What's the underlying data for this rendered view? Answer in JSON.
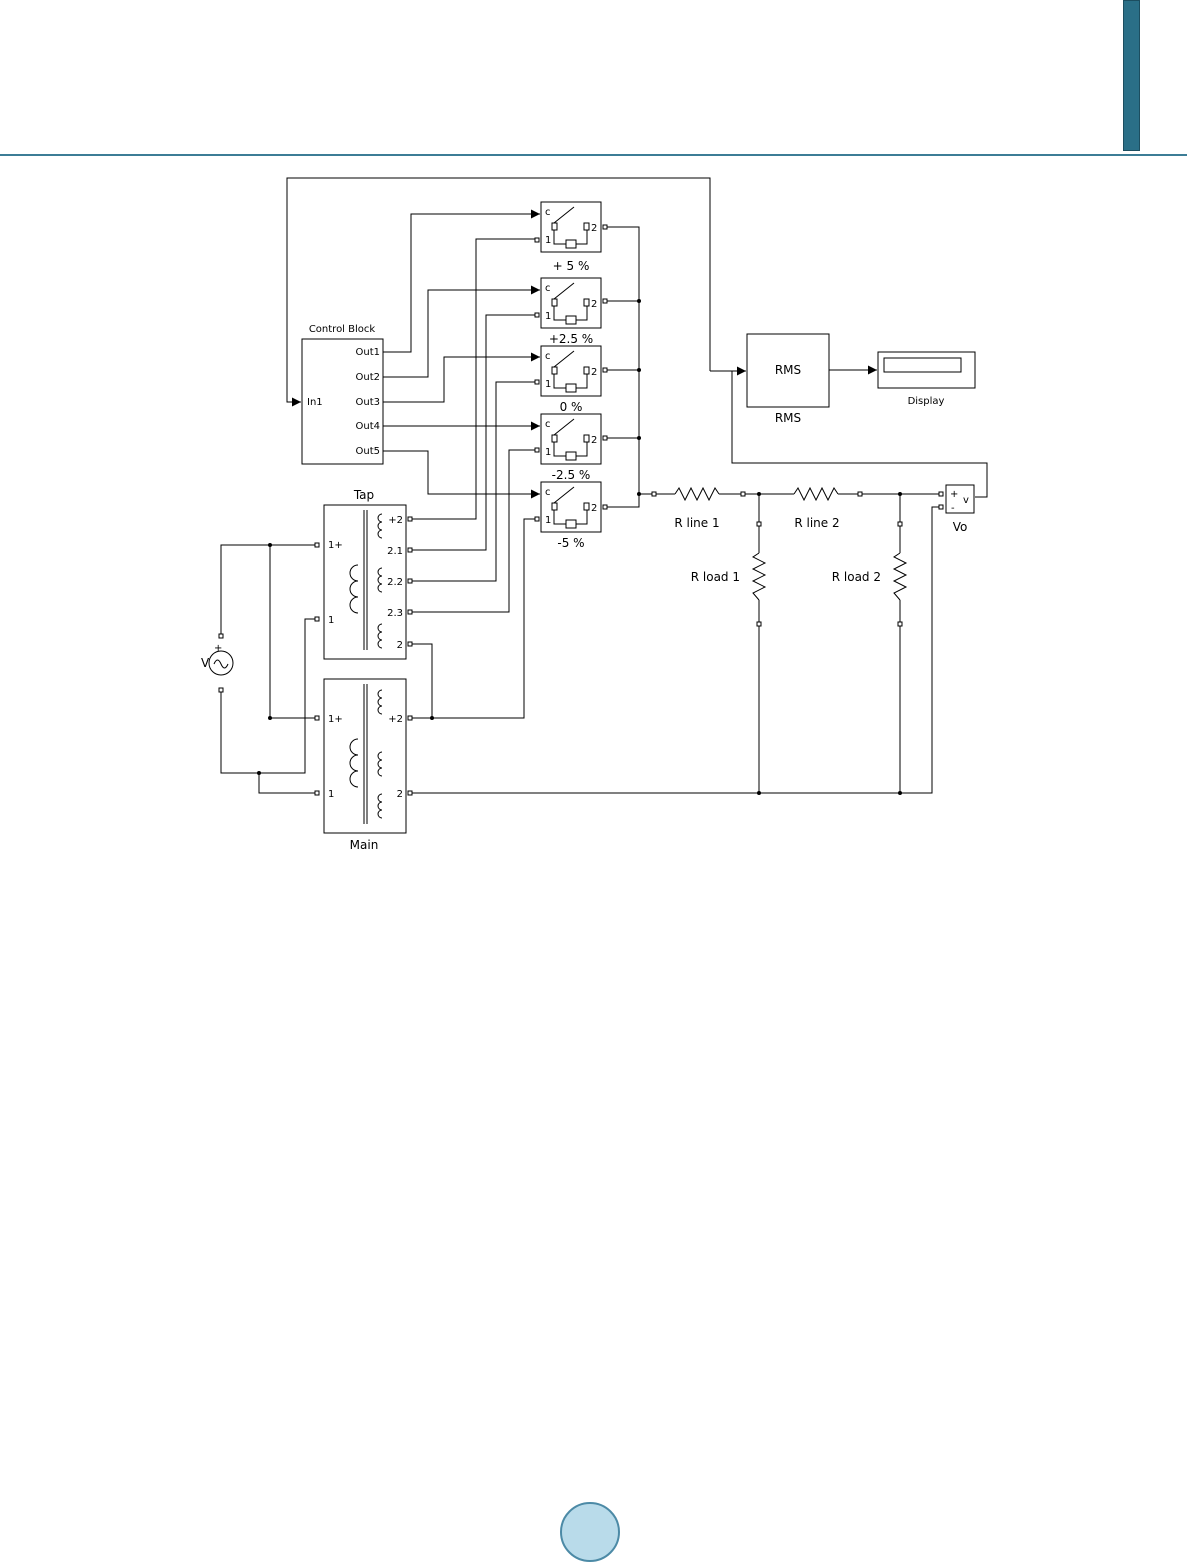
{
  "colors": {
    "header_rule": "#3c7d96",
    "side_tab": "#2a6f87",
    "page_circle": "#b9dbea"
  },
  "control_block": {
    "title": "Control Block",
    "input": "In1",
    "outputs": [
      "Out1",
      "Out2",
      "Out3",
      "Out4",
      "Out5"
    ]
  },
  "switch_ports": {
    "control": "c",
    "in": "1",
    "out": "2"
  },
  "switches": [
    "+ 5 %",
    "+2.5 %",
    "0 %",
    "-2.5 %",
    "-5 %"
  ],
  "rms": {
    "block_text": "RMS",
    "label": "RMS"
  },
  "display": {
    "label": "Display"
  },
  "tap_transformer": {
    "title": "Tap",
    "left_ports": [
      "1+",
      "1"
    ],
    "right_ports": [
      "+2",
      "2.1",
      "2.2",
      "2.3",
      "2"
    ]
  },
  "main_transformer": {
    "title": "Main",
    "left_ports": [
      "1+",
      "1"
    ],
    "right_ports": [
      "+2",
      "2"
    ]
  },
  "source": {
    "label": "V",
    "plus": "+"
  },
  "resistors": {
    "r_line_1": "R line 1",
    "r_line_2": "R line 2",
    "r_load_1": "R load 1",
    "r_load_2": "R load 2"
  },
  "voltmeter": {
    "label": "Vo",
    "plus": "+",
    "minus": "-",
    "v": "v"
  }
}
